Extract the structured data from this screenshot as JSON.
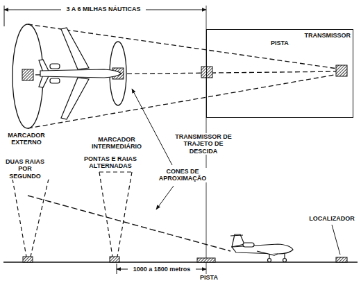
{
  "diagram": {
    "nodes": [
      {
        "text": [
          "PISTA",
          "TRANSMISSOR"
        ]
      }
    ],
    "labels": [
      "3 A 6 MILHAS NÁUTICAS",
      "MARCADOR EXTERNO",
      "MARCADOR INTERMEDIÁRIO",
      "TRANSMISSOR DE TRAJETO DE DESCIDA",
      "DUAS RAIAS POR SEGUNDO",
      "PONTAS E RAIAS ALTERNADAS",
      "CONES DE APROXIMAÇÃO",
      "LOCALIZADOR",
      "1000 a 1800 metros",
      "PISTA"
    ]
  }
}
